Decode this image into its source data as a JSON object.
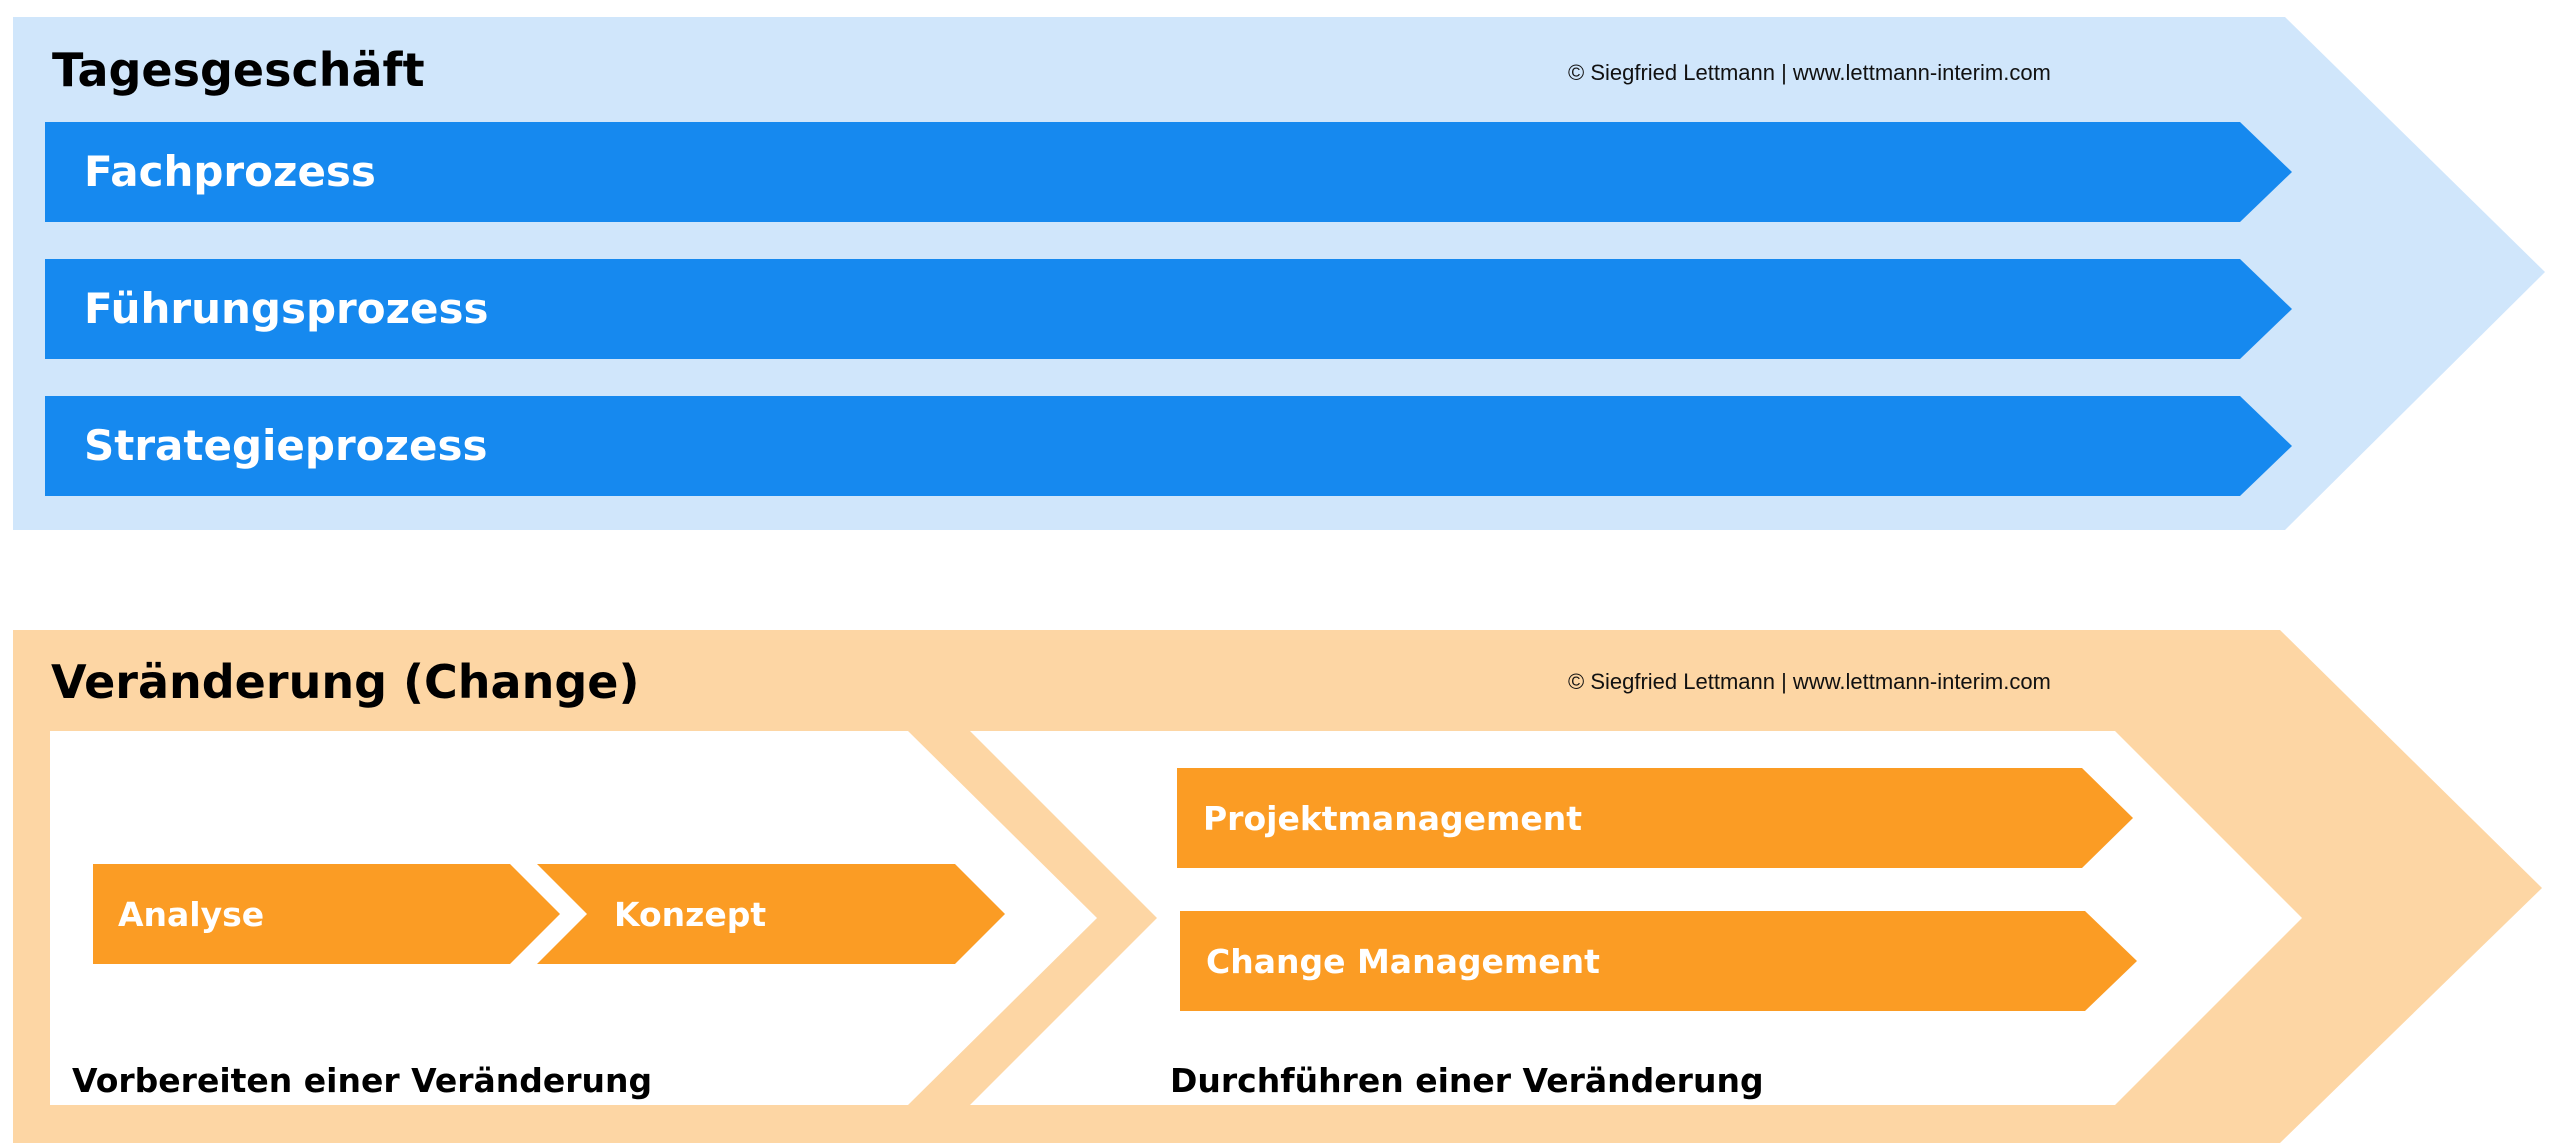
{
  "colors": {
    "light_blue": "#d0e6fb",
    "blue": "#1689ef",
    "light_orange": "#fdd6a4",
    "orange": "#fb9c24",
    "white": "#ffffff"
  },
  "top": {
    "title": "Tagesgeschäft",
    "copyright": "© Siegfried Lettmann | www.lettmann-interim.com",
    "lanes": [
      "Fachprozess",
      "Führungsprozess",
      "Strategieprozess"
    ]
  },
  "bottom": {
    "title": "Veränderung (Change)",
    "copyright": "© Siegfried Lettmann | www.lettmann-interim.com",
    "prepare": {
      "label": "Vorbereiten einer Veränderung",
      "steps": [
        "Analyse",
        "Konzept"
      ]
    },
    "execute": {
      "label": "Durchführen einer Veränderung",
      "steps": [
        "Projektmanagement",
        "Change Management"
      ]
    }
  }
}
